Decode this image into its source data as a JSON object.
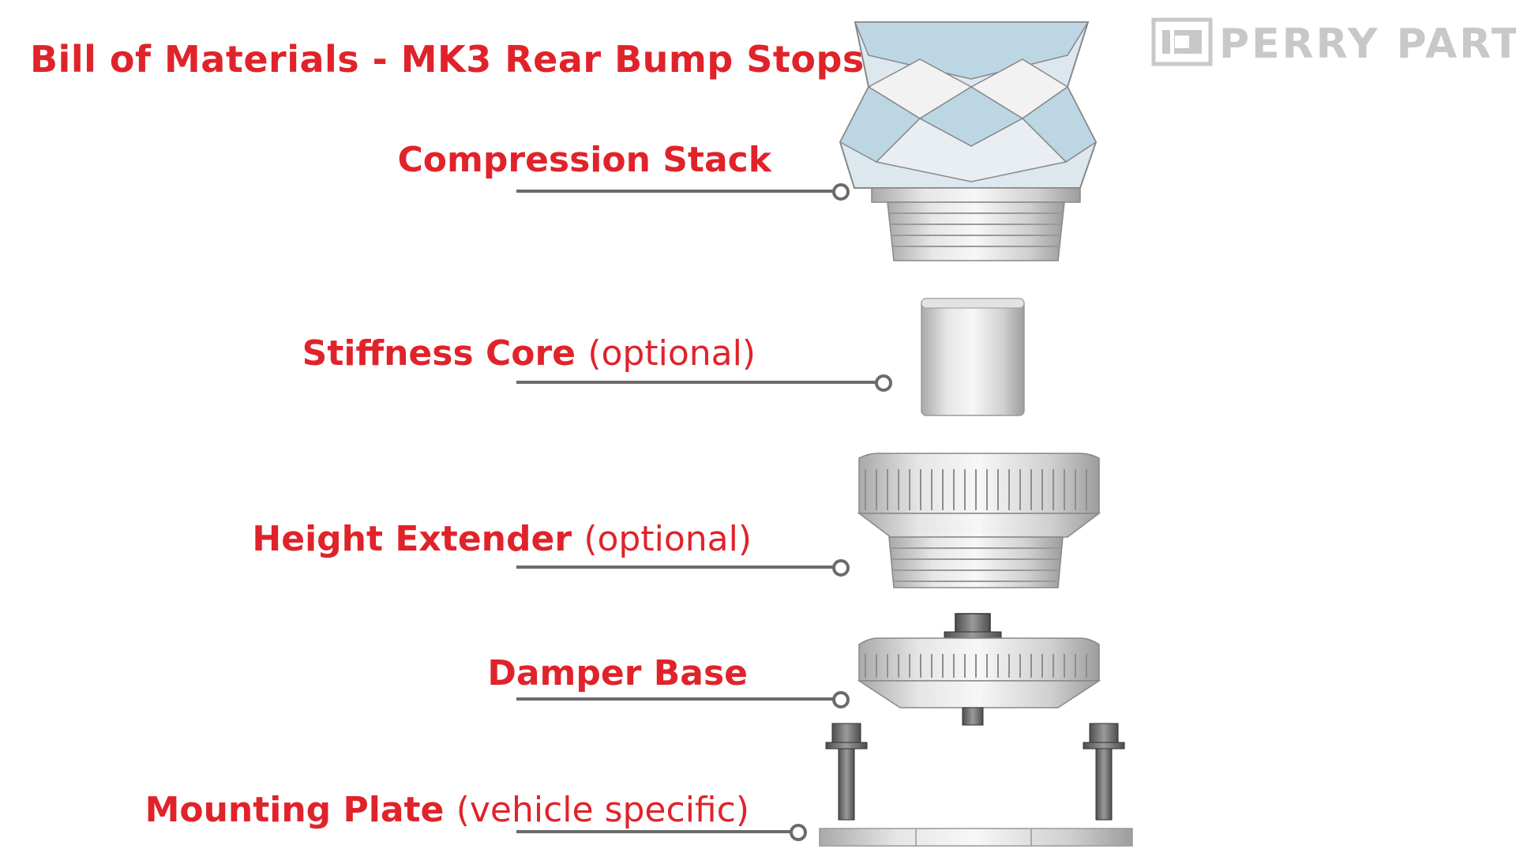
{
  "title": "Bill of Materials - MK3 Rear Bump Stops",
  "logo": {
    "text": "PERRY PARTS",
    "icon": "perry-parts-logo-icon"
  },
  "components": [
    {
      "name": "Compression Stack",
      "qualifier": ""
    },
    {
      "name": "Stiffness Core",
      "qualifier": "(optional)"
    },
    {
      "name": "Height Extender",
      "qualifier": "(optional)"
    },
    {
      "name": "Damper Base",
      "qualifier": ""
    },
    {
      "name": "Mounting Plate",
      "qualifier": "(vehicle specific)"
    }
  ],
  "colors": {
    "label": "#e0232a",
    "leader": "#6b6b6b",
    "logo": "#c8c8c8",
    "part_blue": "#bcd6e4",
    "part_grey": "#d9d9d9"
  }
}
